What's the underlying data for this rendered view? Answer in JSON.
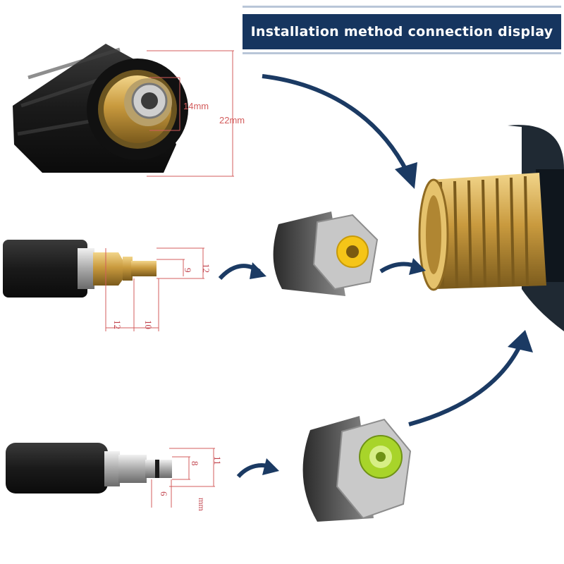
{
  "banner": {
    "title": "Installation method connection display"
  },
  "dimensions": {
    "female_fitting": {
      "inner": "14mm",
      "outer": "22mm"
    },
    "quick_plug_9": {
      "tip": "9",
      "body": "12",
      "length_a": "12",
      "length_b": "10"
    },
    "quick_plug_8": {
      "outer": "11",
      "tip": "8",
      "length": "6",
      "unit": "mm"
    }
  },
  "colors": {
    "banner": "#16355f",
    "arrow": "#1b3a63",
    "dimension": "#d35c5c",
    "brass": "#c9a24a",
    "adapter_yellow": "#f5c518",
    "adapter_green": "#a8d42a"
  }
}
